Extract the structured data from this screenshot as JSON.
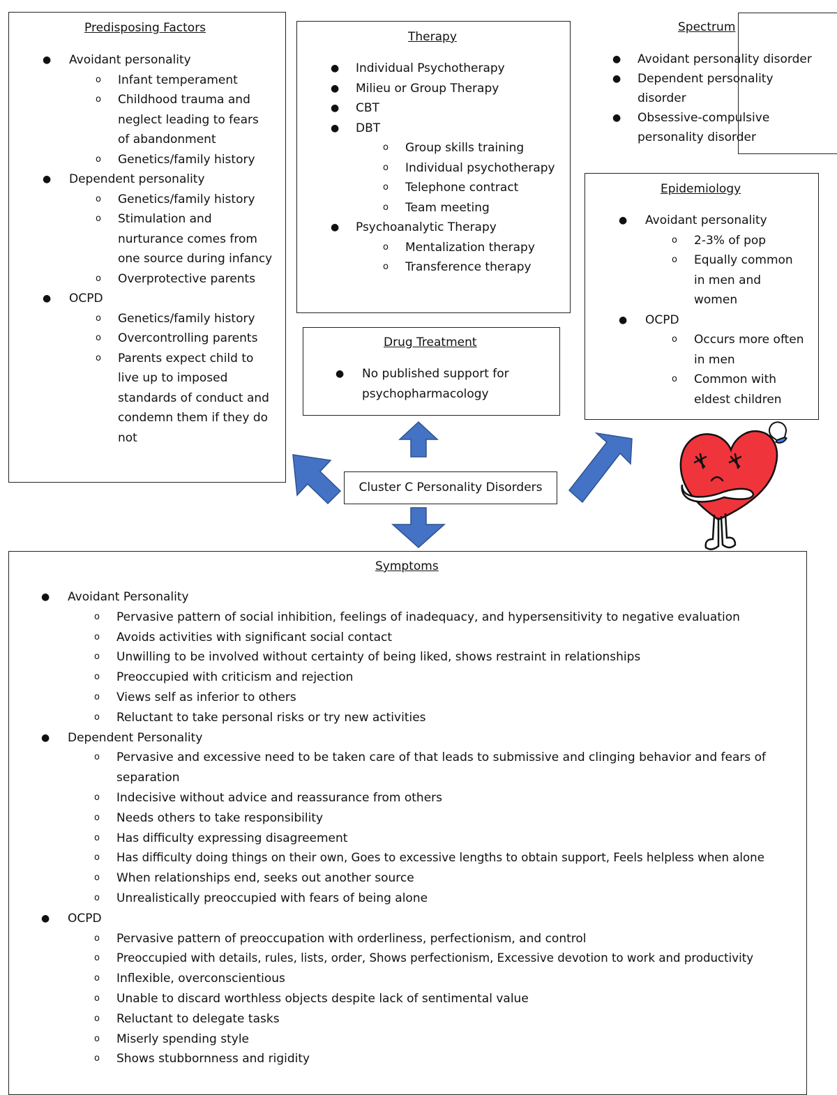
{
  "center_label": "Cluster C Personality Disorders",
  "predisposing": {
    "title": "Predisposing Factors",
    "groups": [
      {
        "label": "Avoidant personality",
        "items": [
          "Infant temperament",
          "Childhood trauma and neglect leading to fears of abandonment",
          "Genetics/family history"
        ]
      },
      {
        "label": "Dependent personality",
        "items": [
          "Genetics/family history",
          "Stimulation and nurturance comes from one source during infancy",
          "Overprotective parents"
        ]
      },
      {
        "label": "OCPD",
        "items": [
          "Genetics/family history",
          "Overcontrolling parents",
          "Parents expect child to live up to imposed standards of conduct and condemn them if they do not"
        ]
      }
    ]
  },
  "therapy": {
    "title": "Therapy",
    "items": [
      "Individual Psychotherapy",
      "Milieu or Group Therapy",
      "CBT",
      "DBT"
    ],
    "dbt_items": [
      "Group skills training",
      "Individual psychotherapy",
      "Telephone contract",
      "Team meeting"
    ],
    "psychoanalytic": "Psychoanalytic Therapy",
    "psychoanalytic_items": [
      "Mentalization therapy",
      "Transference therapy"
    ]
  },
  "drug": {
    "title": "Drug Treatment",
    "items": [
      "No published support for psychopharmacology"
    ]
  },
  "spectrum": {
    "title": "Spectrum",
    "items": [
      "Avoidant personality disorder",
      "Dependent personality disorder",
      "Obsessive-compulsive personality disorder"
    ]
  },
  "epidemiology": {
    "title": "Epidemiology",
    "groups": [
      {
        "label": "Avoidant personality",
        "items": [
          "2-3% of pop",
          "Equally common in men and women"
        ]
      },
      {
        "label": "OCPD",
        "items": [
          "Occurs more often in men",
          "Common with eldest children"
        ]
      }
    ]
  },
  "symptoms": {
    "title": "Symptoms",
    "groups": [
      {
        "label": "Avoidant Personality",
        "items": [
          "Pervasive pattern of social inhibition, feelings of inadequacy, and hypersensitivity to negative evaluation",
          "Avoids activities with significant social contact",
          "Unwilling to be involved without certainty of being liked, shows restraint in relationships",
          "Preoccupied with criticism and rejection",
          "Views self as inferior to others",
          "Reluctant to take personal risks or try new activities"
        ]
      },
      {
        "label": "Dependent Personality",
        "items": [
          "Pervasive and excessive need to be taken care of that leads to submissive and clinging behavior and fears of separation",
          "Indecisive without advice and reassurance from others",
          "Needs others to take responsibility",
          "Has difficulty expressing disagreement",
          "Has difficulty doing things on their own, Goes to excessive lengths to obtain support, Feels helpless when alone",
          "When relationships end, seeks out another source",
          "Unrealistically preoccupied with fears of being alone"
        ]
      },
      {
        "label": "OCPD",
        "items": [
          "Pervasive pattern of preoccupation with orderliness, perfectionism, and control",
          "Preoccupied with details, rules, lists, order, Shows perfectionism, Excessive devotion to work and productivity",
          "Inflexible, overconscientious",
          "Unable to discard worthless objects despite lack of sentimental value",
          "Reluctant to delegate tasks",
          "Miserly spending style",
          "Shows stubbornness and rigidity"
        ]
      }
    ]
  },
  "colors": {
    "arrow_fill": "#4472c4",
    "arrow_stroke": "#2f528f",
    "heart": "#f0343b",
    "border": "#222222"
  },
  "decoration": {
    "heart_icon": "worried-heart-icon",
    "drop_icon": "sweat-drop-icon"
  }
}
